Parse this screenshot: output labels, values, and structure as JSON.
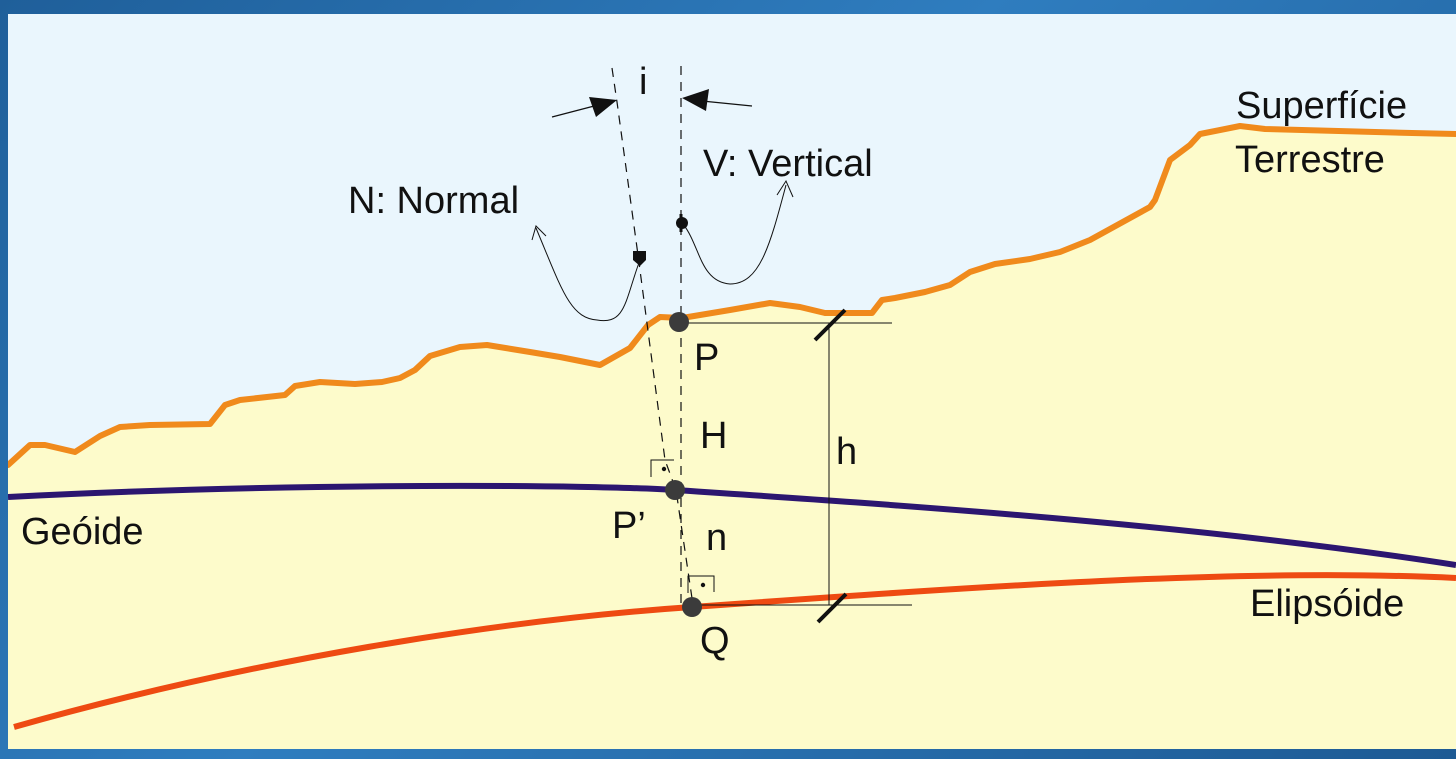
{
  "labels": {
    "i": "i",
    "vertical": "V: Vertical",
    "normal": "N: Normal",
    "surface_line1": "Superfície",
    "surface_line2": "Terrestre",
    "P": "P",
    "H": "H",
    "h": "h",
    "P_prime": "P’",
    "n": "n",
    "Q": "Q",
    "geoid": "Geóide",
    "ellipsoid": "Elipsóide"
  },
  "colors": {
    "sky": "#eaf6fd",
    "ground": "#fdfbcb",
    "surface": "#f08a1c",
    "geoid": "#2c1670",
    "ellipsoid": "#ee4a12",
    "background": "#2a6fae"
  }
}
